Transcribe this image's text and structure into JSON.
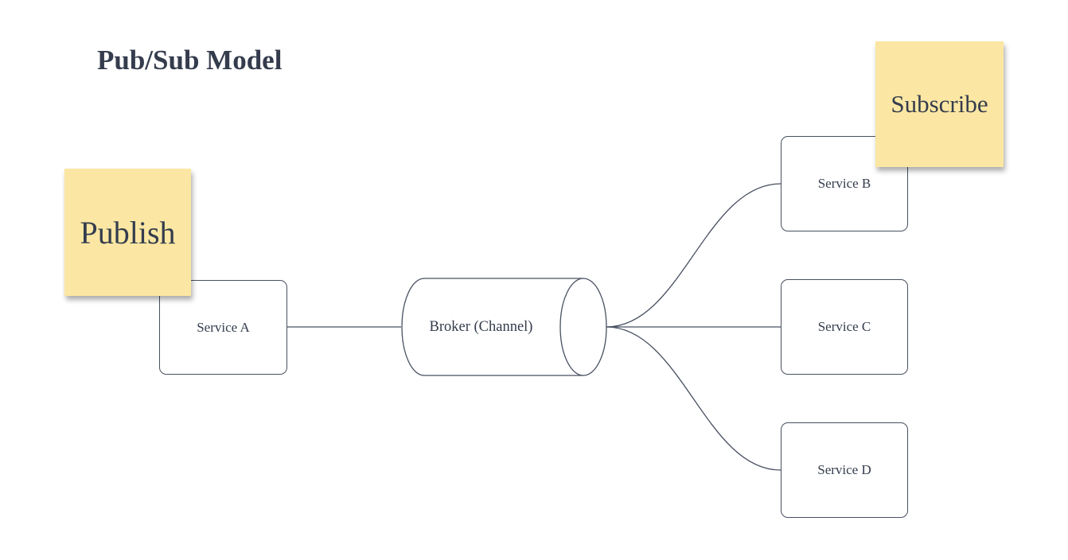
{
  "title": "Pub/Sub Model",
  "colors": {
    "bg": "#ffffff",
    "stroke": "#485060",
    "text": "#343c4d",
    "note_yellow": "#fbe7a3"
  },
  "notes": [
    {
      "id": "publish",
      "label": "Publish"
    },
    {
      "id": "subscribe",
      "label": "Subscribe"
    }
  ],
  "nodes": [
    {
      "id": "service-a",
      "shape": "rectangle",
      "label": "Service A"
    },
    {
      "id": "broker",
      "shape": "cylinder",
      "label": "Broker (Channel)"
    },
    {
      "id": "service-b",
      "shape": "rectangle",
      "label": "Service B"
    },
    {
      "id": "service-c",
      "shape": "rectangle",
      "label": "Service C"
    },
    {
      "id": "service-d",
      "shape": "rectangle",
      "label": "Service D"
    }
  ],
  "edges": [
    {
      "from": "Service A",
      "to": "Broker (Channel)",
      "style": "straight"
    },
    {
      "from": "Broker (Channel)",
      "to": "Service B",
      "style": "curved"
    },
    {
      "from": "Broker (Channel)",
      "to": "Service C",
      "style": "straight"
    },
    {
      "from": "Broker (Channel)",
      "to": "Service D",
      "style": "curved"
    }
  ]
}
